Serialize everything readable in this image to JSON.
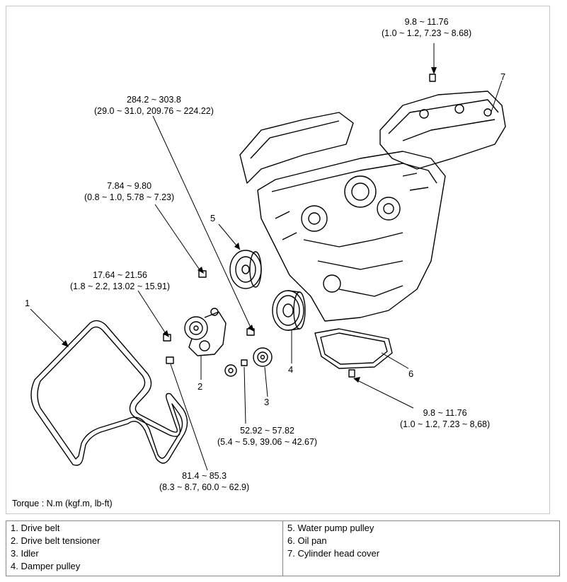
{
  "torque_specs": {
    "cover_bolt": {
      "line1": "9.8 ~ 11.76",
      "line2": "(1.0 ~ 1.2, 7.23 ~ 8.68)"
    },
    "damper_bolt": {
      "line1": "284.2 ~ 303.8",
      "line2": "(29.0 ~ 31.0, 209.76 ~ 224.22)"
    },
    "water_pump_bolt": {
      "line1": "7.84 ~ 9.80",
      "line2": "(0.8 ~ 1.0, 5.78 ~ 7.23)"
    },
    "tensioner_bolt": {
      "line1": "17.64 ~ 21.56",
      "line2": "(1.8 ~ 2.2, 13.02 ~ 15.91)"
    },
    "oil_pan_bolt": {
      "line1": "9.8 ~ 11.76",
      "line2": "(1.0 ~ 1.2, 7.23 ~ 8,68)"
    },
    "idler_bolt": {
      "line1": "52.92 ~ 57.82",
      "line2": "(5.4 ~ 5.9, 39.06 ~ 42.67)"
    },
    "tensioner_pulley_bolt": {
      "line1": "81.4 ~ 85.3",
      "line2": "(8.3 ~ 8.7, 60.0 ~ 62.9)"
    }
  },
  "callouts": [
    "1",
    "2",
    "3",
    "4",
    "5",
    "6",
    "7"
  ],
  "torque_note": "Torque : N.m (kgf.m, lb-ft)",
  "legend": {
    "left": [
      "1. Drive belt",
      "2. Drive belt tensioner",
      "3. Idler",
      "4. Damper pulley"
    ],
    "right": [
      "5. Water pump pulley",
      "6. Oil pan",
      "7. Cylinder head cover"
    ]
  }
}
